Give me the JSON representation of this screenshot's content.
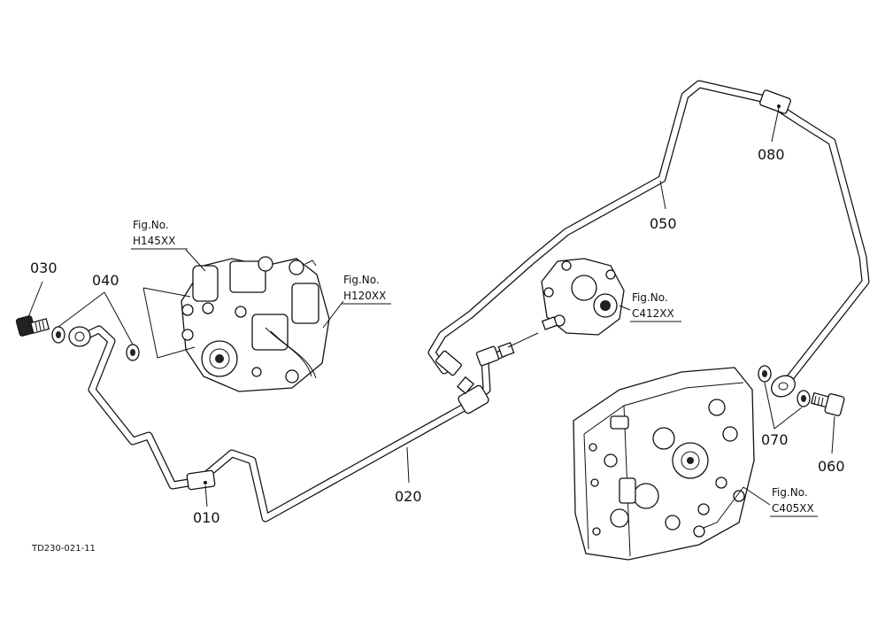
{
  "parts": {
    "p010": "010",
    "p020": "020",
    "p030": "030",
    "p040": "040",
    "p050": "050",
    "p060": "060",
    "p070": "070",
    "p080": "080"
  },
  "references": [
    {
      "fig": "Fig.No.",
      "code": "H145XX"
    },
    {
      "fig": "Fig.No.",
      "code": "H120XX"
    },
    {
      "fig": "Fig.No.",
      "code": "C412XX"
    },
    {
      "fig": "Fig.No.",
      "code": "C405XX"
    }
  ],
  "drawing_code": "TD230-021-11"
}
